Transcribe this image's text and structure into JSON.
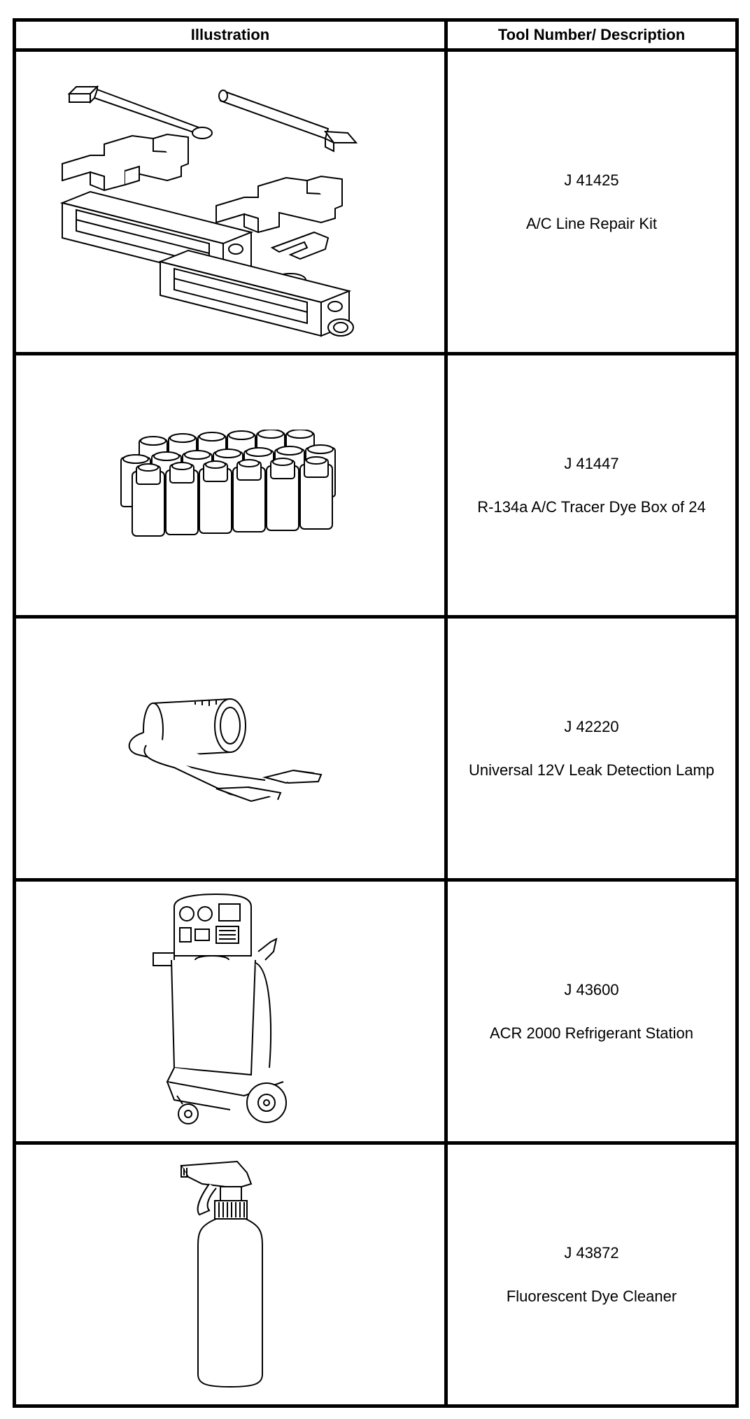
{
  "table": {
    "headers": {
      "illustration": "Illustration",
      "description": "Tool Number/ Description"
    },
    "rows": [
      {
        "tool_number": "J 41425",
        "description": "A/C Line Repair Kit",
        "icon": "ac-line-repair-kit-illustration"
      },
      {
        "tool_number": "J 41447",
        "description": "R-134a A/C Tracer Dye Box of 24",
        "icon": "tracer-dye-bottles-illustration"
      },
      {
        "tool_number": "J 42220",
        "description": "Universal 12V Leak Detection Lamp",
        "icon": "leak-detection-lamp-illustration"
      },
      {
        "tool_number": "J 43600",
        "description": "ACR 2000 Refrigerant Station",
        "icon": "refrigerant-station-illustration"
      },
      {
        "tool_number": "J 43872",
        "description": "Fluorescent Dye Cleaner",
        "icon": "spray-bottle-illustration"
      }
    ]
  }
}
